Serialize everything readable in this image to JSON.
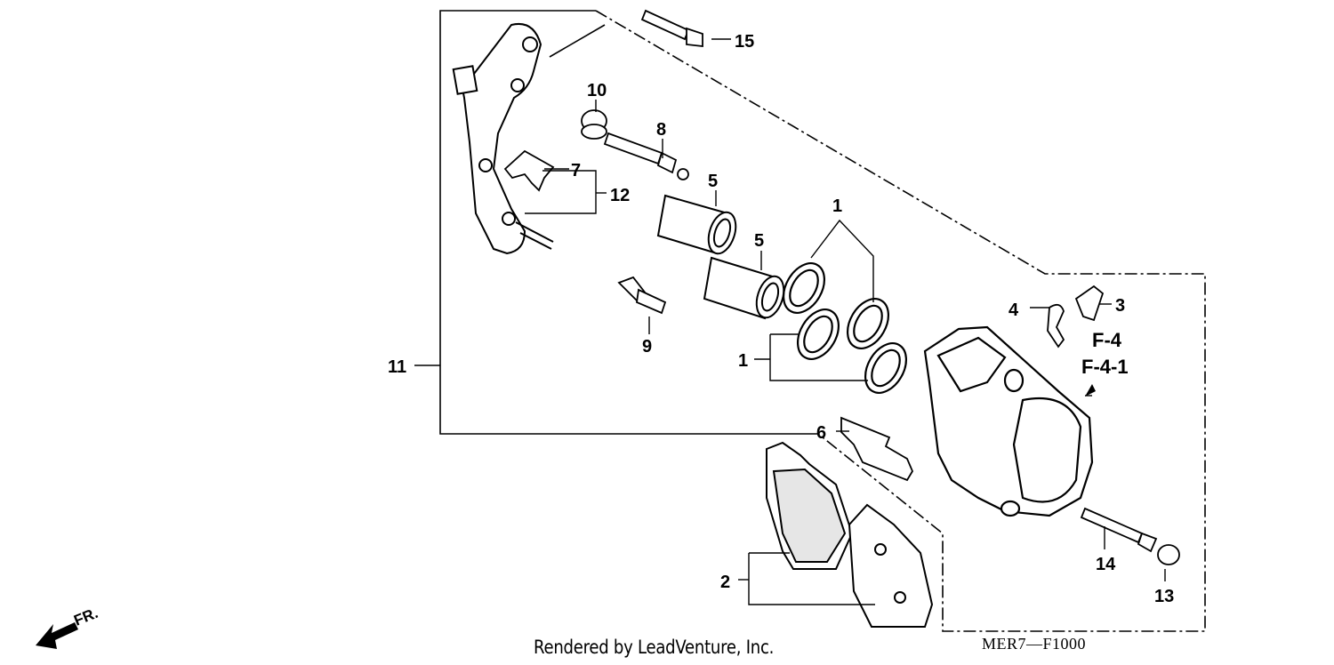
{
  "callouts": {
    "c1a": "1",
    "c1b": "1",
    "c2": "2",
    "c3": "3",
    "c4": "4",
    "c5a": "5",
    "c5b": "5",
    "c6": "6",
    "c7": "7",
    "c8": "8",
    "c9": "9",
    "c10": "10",
    "c11": "11",
    "c12": "12",
    "c13": "13",
    "c14": "14",
    "c15": "15"
  },
  "refs": {
    "r1": "F-4",
    "r2": "F-4-1"
  },
  "direction": {
    "label": "FR."
  },
  "footer": {
    "credit": "Rendered by LeadVenture, Inc.",
    "code": "MER7—F1000"
  }
}
